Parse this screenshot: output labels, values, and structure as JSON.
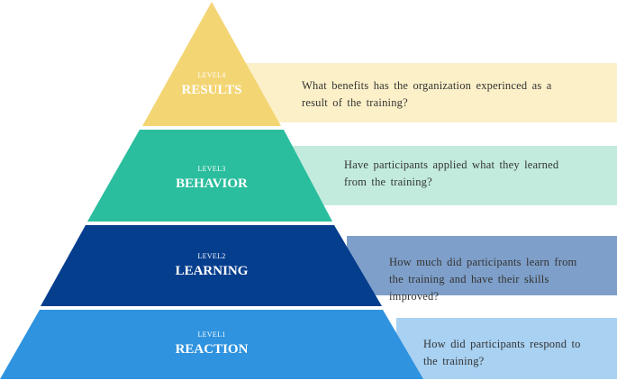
{
  "colors": {
    "results": "#F3D574",
    "behavior": "#2BBE9E",
    "learning": "#063E8E",
    "reaction": "#2F93DF",
    "results_band": "#FCF0C8",
    "behavior_band": "#C2EBDE",
    "learning_band": "#7E9FC9",
    "reaction_band": "#A8D1F2"
  },
  "levels": [
    {
      "level": "LEVEL4",
      "name": "RESULTS",
      "question": "What benefits has the organization experinced as a result of the training?"
    },
    {
      "level": "LEVEL3",
      "name": "BEHAVIOR",
      "question": "Have participants applied what they learned from the training?"
    },
    {
      "level": "LEVEL2",
      "name": "LEARNING",
      "question": "How much did participants learn from the training and have their skills improved?"
    },
    {
      "level": "LEVEL1",
      "name": "REACTION",
      "question": "How did participants respond to the training?"
    }
  ]
}
